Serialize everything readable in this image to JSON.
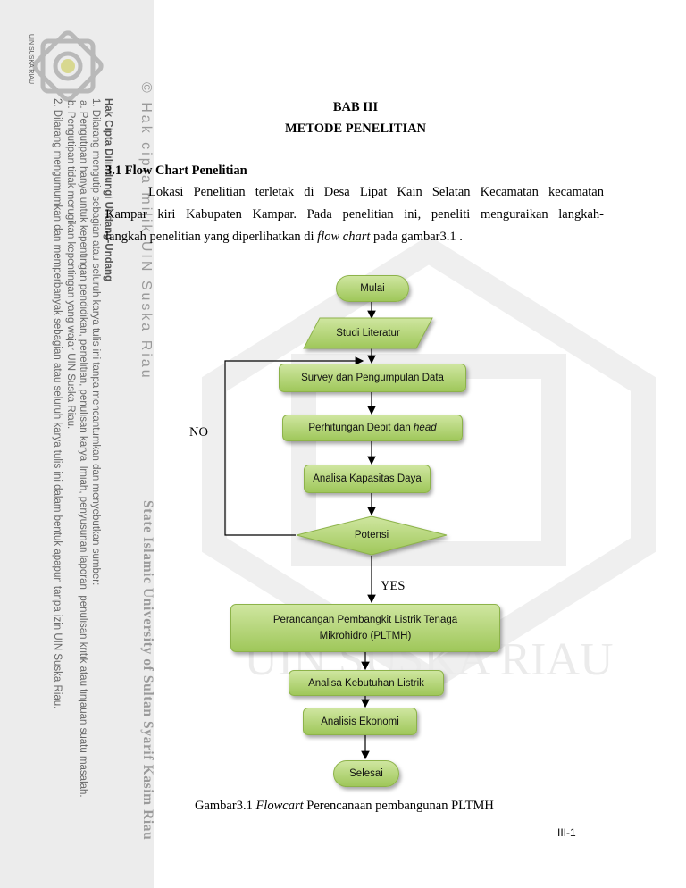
{
  "sidebar": {
    "copyright_line": "© Hak cipta milik UIN Suska Riau",
    "state_line": "State Islamic University of Sultan Syarif Kasim Riau",
    "legal_heading": "Hak Cipta Dilindungi Undang-Undang",
    "legal_1": "1. Dilarang mengutip sebagian atau seluruh karya tulis ini tanpa mencantumkan dan menyebutkan sumber:",
    "legal_1a": "a. Pengutipan hanya untuk kepentingan pendidikan, penelitian, penulisan karya ilmiah, penyusunan laporan, penulisan kritik atau tinjauan suatu masalah.",
    "legal_1b": "b. Pengutipan tidak merugikan kepentingan yang wajar UIN Suska Riau.",
    "legal_2": "2. Dilarang mengumumkan dan memperbanyak sebagian atau seluruh karya tulis ini dalam bentuk apapun tanpa izin UIN Suska Riau.",
    "logo_caption": "UIN SUSKA RIAU"
  },
  "watermark_text": "UIN SUSKA RIAU",
  "document": {
    "chapter": "BAB III",
    "chapter_title": "METODE PENELITIAN",
    "section_heading": "3.1 Flow Chart Penelitian",
    "para_line1": "Lokasi Penelitian terletak di Desa Lipat Kain Selatan Kecamatan kecamatan",
    "para_line2": "Kampar kiri Kabupaten Kampar. Pada penelitian ini, peneliti menguraikan langkah-",
    "para_line3_pre": "langkah penelitian yang diperlihatkan di ",
    "para_line3_em": "flow chart",
    "para_line3_post": " pada gambar3.1 .",
    "caption_pre": "Gambar3.1 ",
    "caption_em": "Flowcart",
    "caption_post": " Perencanaan pembangunan PLTMH",
    "page_number": "III-1"
  },
  "flowchart": {
    "start": "Mulai",
    "literature": "Studi Literatur",
    "survey": "Survey dan Pengumpulan Data",
    "calc_pre": "Perhitungan Debit dan ",
    "calc_em": "head",
    "capacity": "Analisa Kapasitas Daya",
    "decision": "Potensi",
    "no_label": "NO",
    "yes_label": "YES",
    "design_line1": "Perancangan Pembangkit Listrik  Tenaga",
    "design_line2": "Mikrohidro (PLTMH)",
    "demand": "Analisa Kebutuhan Listrik",
    "economy": "Analisis Ekonomi",
    "end": "Selesai"
  }
}
